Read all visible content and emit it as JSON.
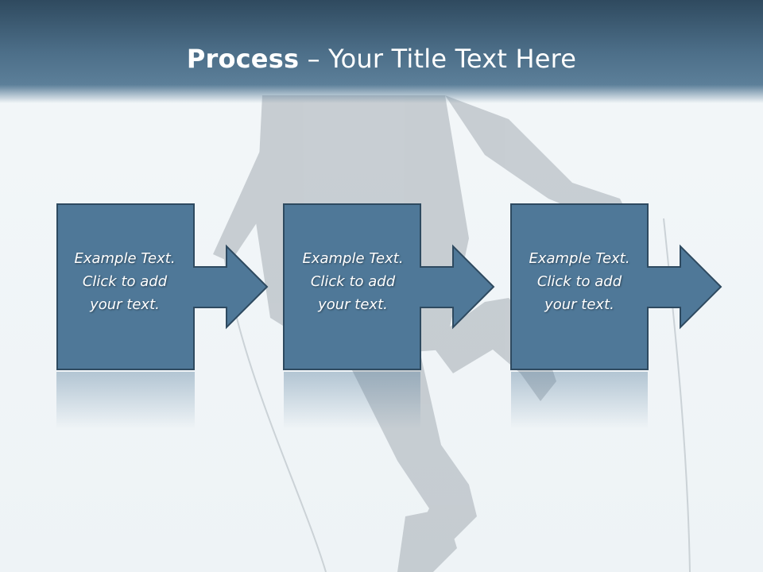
{
  "title": {
    "bold": "Process",
    "rest": " – Your Title Text Here"
  },
  "steps": [
    {
      "lines": [
        "Example Text.",
        "Click  to add",
        "your text."
      ]
    },
    {
      "lines": [
        "Example Text.",
        "Click  to add",
        "your text."
      ]
    },
    {
      "lines": [
        "Example Text.",
        "Click  to add",
        "your text."
      ]
    }
  ],
  "colors": {
    "header_dark": "#2f4a5f",
    "header_light": "#5c7f99",
    "box_fill": "#4f7898",
    "box_stroke": "#2e4a60",
    "silhouette": "#9ea6ad",
    "background": "#eef3f6"
  }
}
